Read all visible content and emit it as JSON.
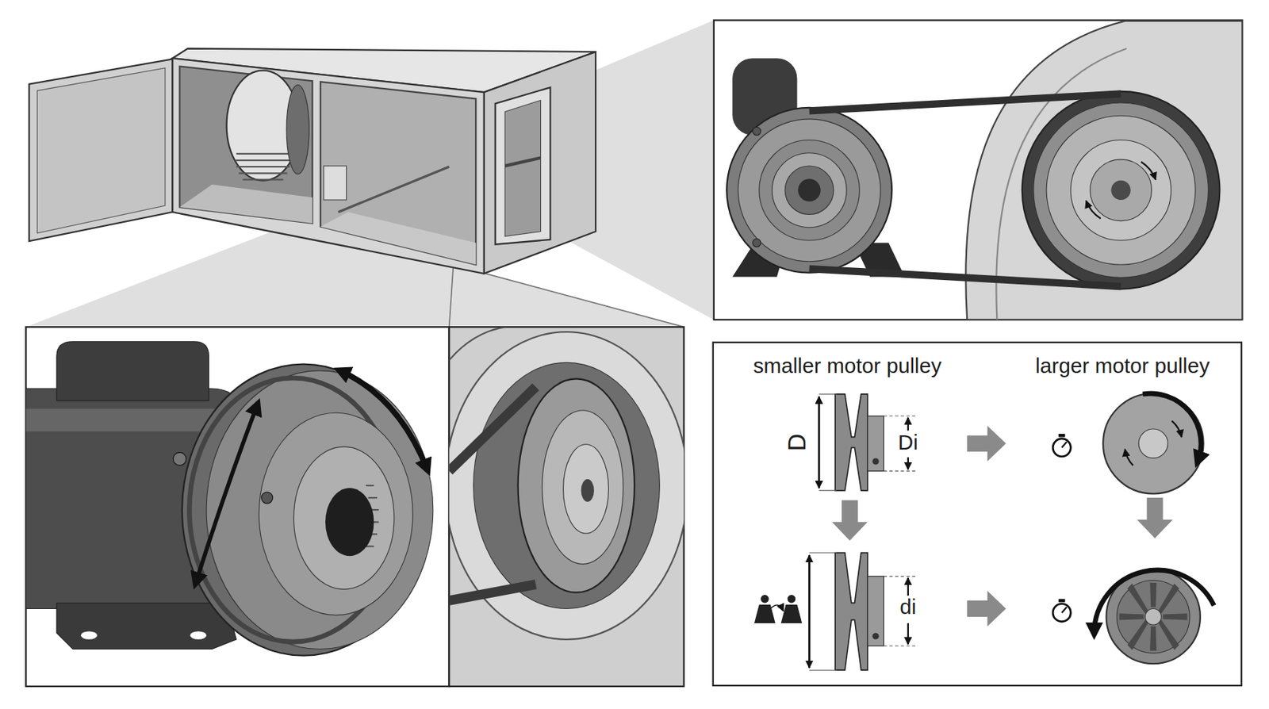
{
  "diagram": {
    "nodes": [
      {
        "text": [
          "smaller motor pulley",
          "larger motor pulley"
        ]
      }
    ],
    "labels": [
      "D",
      "Di",
      "di"
    ]
  }
}
